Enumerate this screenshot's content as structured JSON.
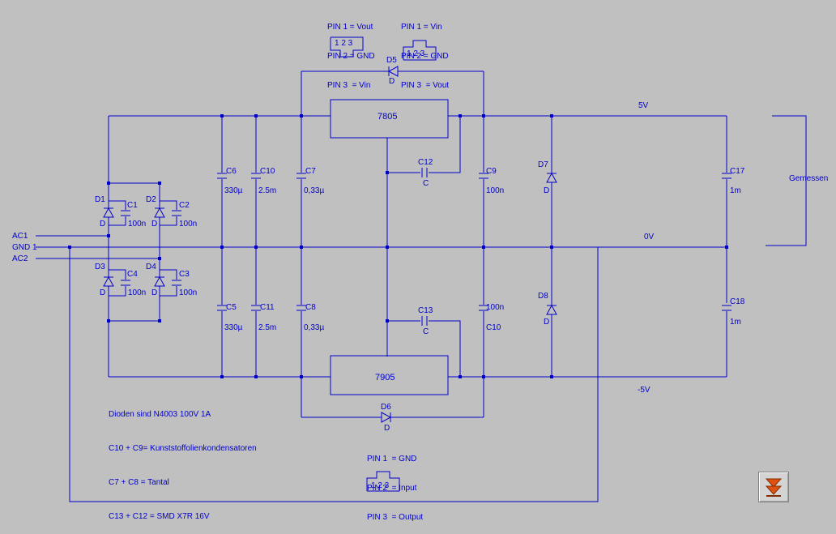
{
  "regulators": {
    "u1": "7805",
    "u2": "7905"
  },
  "pinouts": {
    "pos_out": [
      "PIN 1 = Vout",
      "PIN 2 = GND",
      "PIN 3  = Vin"
    ],
    "pos_in": [
      "PIN 1 = Vin",
      "PIN 2 = GND",
      "PIN 3  = Vout"
    ],
    "neg": [
      "PIN 1  = GND",
      "PIN 2  = Input",
      "PIN 3  = Output"
    ],
    "pkg_pins": "1 2 3"
  },
  "rails": {
    "pos": "5V",
    "zero": "0V",
    "neg": "-5V",
    "measured": "Gemessen"
  },
  "inputs": {
    "ac1": "AC1",
    "gnd": "GND 1",
    "ac2": "AC2"
  },
  "components": {
    "D1": "D1",
    "D2": "D2",
    "D3": "D3",
    "D4": "D4",
    "D5": "D5",
    "D6": "D6",
    "D7": "D7",
    "D8": "D8",
    "D": "D",
    "C1": "C1",
    "C2": "C2",
    "C3": "C3",
    "C4": "C4",
    "v100n": "100n",
    "C5": "C5",
    "C6": "C6",
    "v330": "330µ",
    "C7": "C7",
    "C8": "C8",
    "v033": "0,33µ",
    "C9": "C9",
    "C10": "C10",
    "C11": "C11",
    "v25m": "2.5m",
    "C12": "C12",
    "C13": "C13",
    "C": "C",
    "C17": "C17",
    "C18": "C18",
    "v1m": "1m"
  },
  "notes": [
    "Dioden sind N4003 100V 1A",
    "C10 + C9= Kunststoffolienkondensatoren",
    "C7 + C8 = Tantal",
    "C13 + C12 = SMD X7R 16V"
  ],
  "colors": {
    "wire": "#0000cc",
    "background": "#c0c0c0",
    "button_arrow": "#e05010"
  },
  "ui": {
    "scroll_button_icon": "double-chevron-down-icon"
  }
}
